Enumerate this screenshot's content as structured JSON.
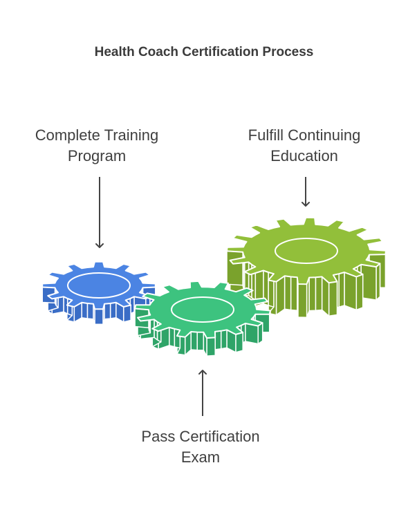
{
  "title": "Health Coach Certification Process",
  "steps": [
    {
      "line1": "Complete Training",
      "line2": "Program",
      "color": "#4b84e3",
      "side_color": "#3a6dc6"
    },
    {
      "line1": "Pass Certification",
      "line2": "Exam",
      "color": "#3dc37f",
      "side_color": "#2fa468"
    },
    {
      "line1": "Fulfill Continuing",
      "line2": "Education",
      "color": "#92bf3a",
      "side_color": "#7aa22c"
    }
  ],
  "colors": {
    "text": "#3f3f3f",
    "arrow": "#444444",
    "highlight": "#ffffff"
  }
}
